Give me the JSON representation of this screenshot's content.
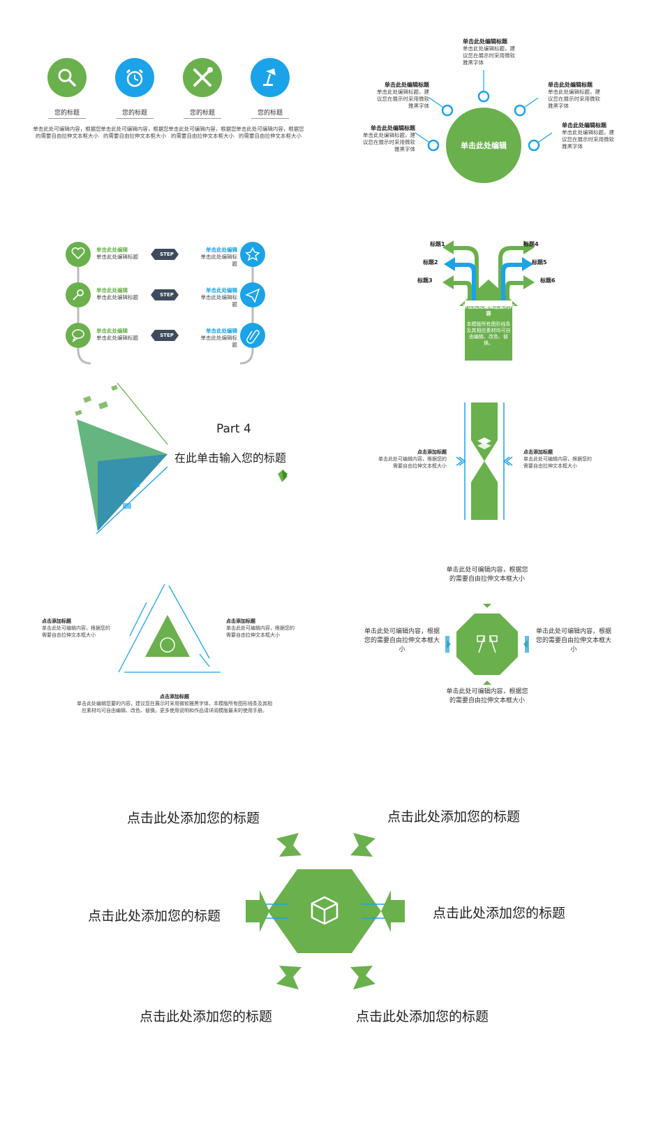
{
  "colors": {
    "green": "#6ab04c",
    "blue": "#1aa3e8",
    "dark": "#3d4b5c",
    "gray": "#cccccc"
  },
  "s1": {
    "items": [
      {
        "icon": "search-icon",
        "title": "您的标题",
        "desc": "单击此处可编辑内容，根据您的需要自由拉伸文本框大小",
        "color": "green"
      },
      {
        "icon": "alarm-clock-icon",
        "title": "您的标题",
        "desc": "单击此处可编辑内容，根据您的需要自由拉伸文本框大小",
        "color": "blue"
      },
      {
        "icon": "tools-icon",
        "title": "您的标题",
        "desc": "单击此处可编辑内容，根据您的需要自由拉伸文本框大小",
        "color": "green"
      },
      {
        "icon": "desk-lamp-icon",
        "title": "您的标题",
        "desc": "单击此处可编辑内容，根据您的需要自由拉伸文本框大小",
        "color": "blue"
      }
    ]
  },
  "s2": {
    "center_label": "单击此处编辑",
    "labels": [
      {
        "title": "单击此处编辑标题",
        "desc": "单击此处编辑标题，建议您在展示时采用微软雅黑字体"
      },
      {
        "title": "单击此处编辑标题",
        "desc": "单击此处编辑标题，建议您在展示时采用微软雅黑字体"
      },
      {
        "title": "单击此处编辑标题",
        "desc": "单击此处编辑标题，建议您在展示时采用微软雅黑字体"
      },
      {
        "title": "单击此处编辑标题",
        "desc": "单击此处编辑标题，建议您在展示时采用微软雅黑字体"
      },
      {
        "title": "单击此处编辑标题",
        "desc": "单击此处编辑标题，建议您在展示时采用微软雅黑字体"
      }
    ]
  },
  "s3": {
    "step_label": "STEP",
    "left": [
      {
        "icon": "heart-icon",
        "title": "单击此处编辑",
        "desc": "单击此处编辑标题"
      },
      {
        "icon": "key-icon",
        "title": "单击此处编辑",
        "desc": "单击此处编辑标题"
      },
      {
        "icon": "chat-bubble-icon",
        "title": "单击此处编辑",
        "desc": "单击此处编辑标题"
      }
    ],
    "right": [
      {
        "icon": "star-icon",
        "title": "单击此处编辑",
        "desc": "单击此处编辑标题"
      },
      {
        "icon": "paper-plane-icon",
        "title": "单击此处编辑",
        "desc": "单击此处编辑标题"
      },
      {
        "icon": "paperclip-icon",
        "title": "单击此处编辑",
        "desc": "单击此处编辑标题"
      }
    ]
  },
  "s4": {
    "labels": [
      "标题1",
      "标题2",
      "标题3",
      "标题4",
      "标题5",
      "标题6"
    ],
    "box_title": "单击此处编辑您要的内容",
    "box_desc": "本模版所有图形线条及其相应素材均可自由编辑、改色、替换。"
  },
  "s5": {
    "part": "Part 4",
    "title": "在此单击输入您的标题"
  },
  "s6": {
    "left": {
      "title": "点击添加标题",
      "desc": "单击此处可编辑内容，根据您的需要自由拉伸文本框大小"
    },
    "right": {
      "title": "点击添加标题",
      "desc": "单击此处可编辑内容，根据您的需要自由拉伸文本框大小"
    }
  },
  "s7": {
    "left": {
      "title": "点击添加标题",
      "desc": "单击此处可编辑内容，根据您的需要自由拉伸文本框大小"
    },
    "right": {
      "title": "点击添加标题",
      "desc": "单击此处可编辑内容，根据您的需要自由拉伸文本框大小"
    },
    "bottom": {
      "title": "点击添加标题",
      "desc": "单击此处编辑您要的内容，建议您在展示时采用微软雅黑字体，本模版所有图形线条及其相应素材均可自由编辑、改色、替换。更多使用说明和作品请详阅模版最末的使用手册。"
    }
  },
  "s8": {
    "top": "单击此处可编辑内容，根据您的需要自由拉伸文本框大小",
    "left": "单击此处可编辑内容，根据您的需要自由拉伸文本框大小",
    "right": "单击此处可编辑内容，根据您的需要自由拉伸文本框大小",
    "bottom": "单击此处可编辑内容，根据您的需要自由拉伸文本框大小"
  },
  "s9": {
    "titles": [
      "点击此处添加您的标题",
      "点击此处添加您的标题",
      "点击此处添加您的标题",
      "点击此处添加您的标题",
      "点击此处添加您的标题",
      "点击此处添加您的标题"
    ]
  }
}
